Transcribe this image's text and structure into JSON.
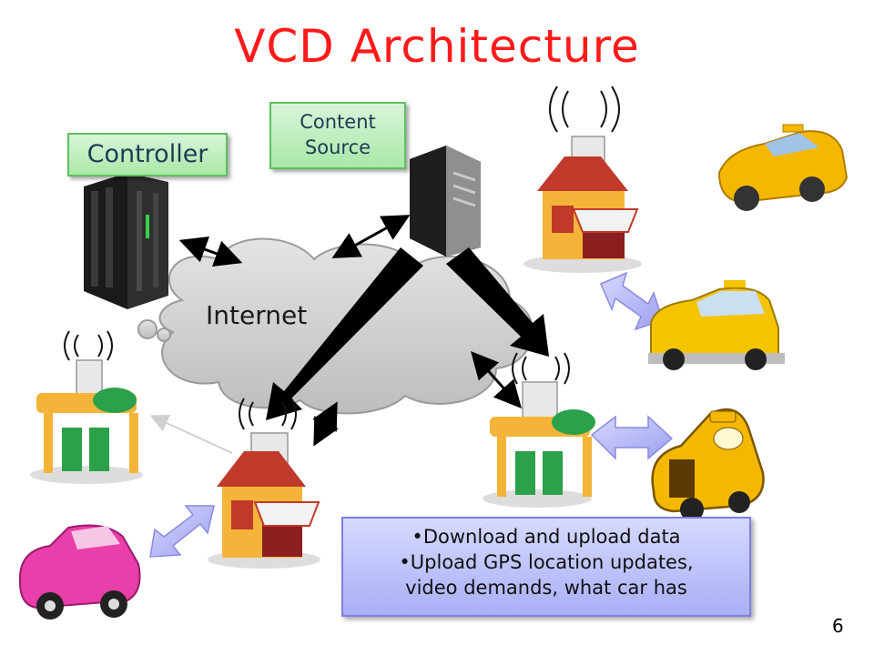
{
  "title": "VCD Architecture",
  "labels": {
    "controller": "Controller",
    "content_source_line1": "Content",
    "content_source_line2": "Source",
    "internet": "Internet"
  },
  "note": {
    "items": [
      "Download and upload data",
      "Upload GPS location updates,",
      "video demands, what car has"
    ]
  },
  "page_number": "6",
  "colors": {
    "title": "#ff1a1a",
    "green_box": "#a9e8a9",
    "note_box": "#a9aff5",
    "cloud": "#cfcfcf",
    "double_arrow": "#b9b9f5"
  },
  "icons": [
    "server-rack-icon",
    "server-tower-icon",
    "coffee-shop-icon",
    "gas-station-icon",
    "taxi-icon",
    "cartoon-taxi-icon",
    "pink-car-icon",
    "access-point-icon",
    "wireless-signal-icon"
  ]
}
